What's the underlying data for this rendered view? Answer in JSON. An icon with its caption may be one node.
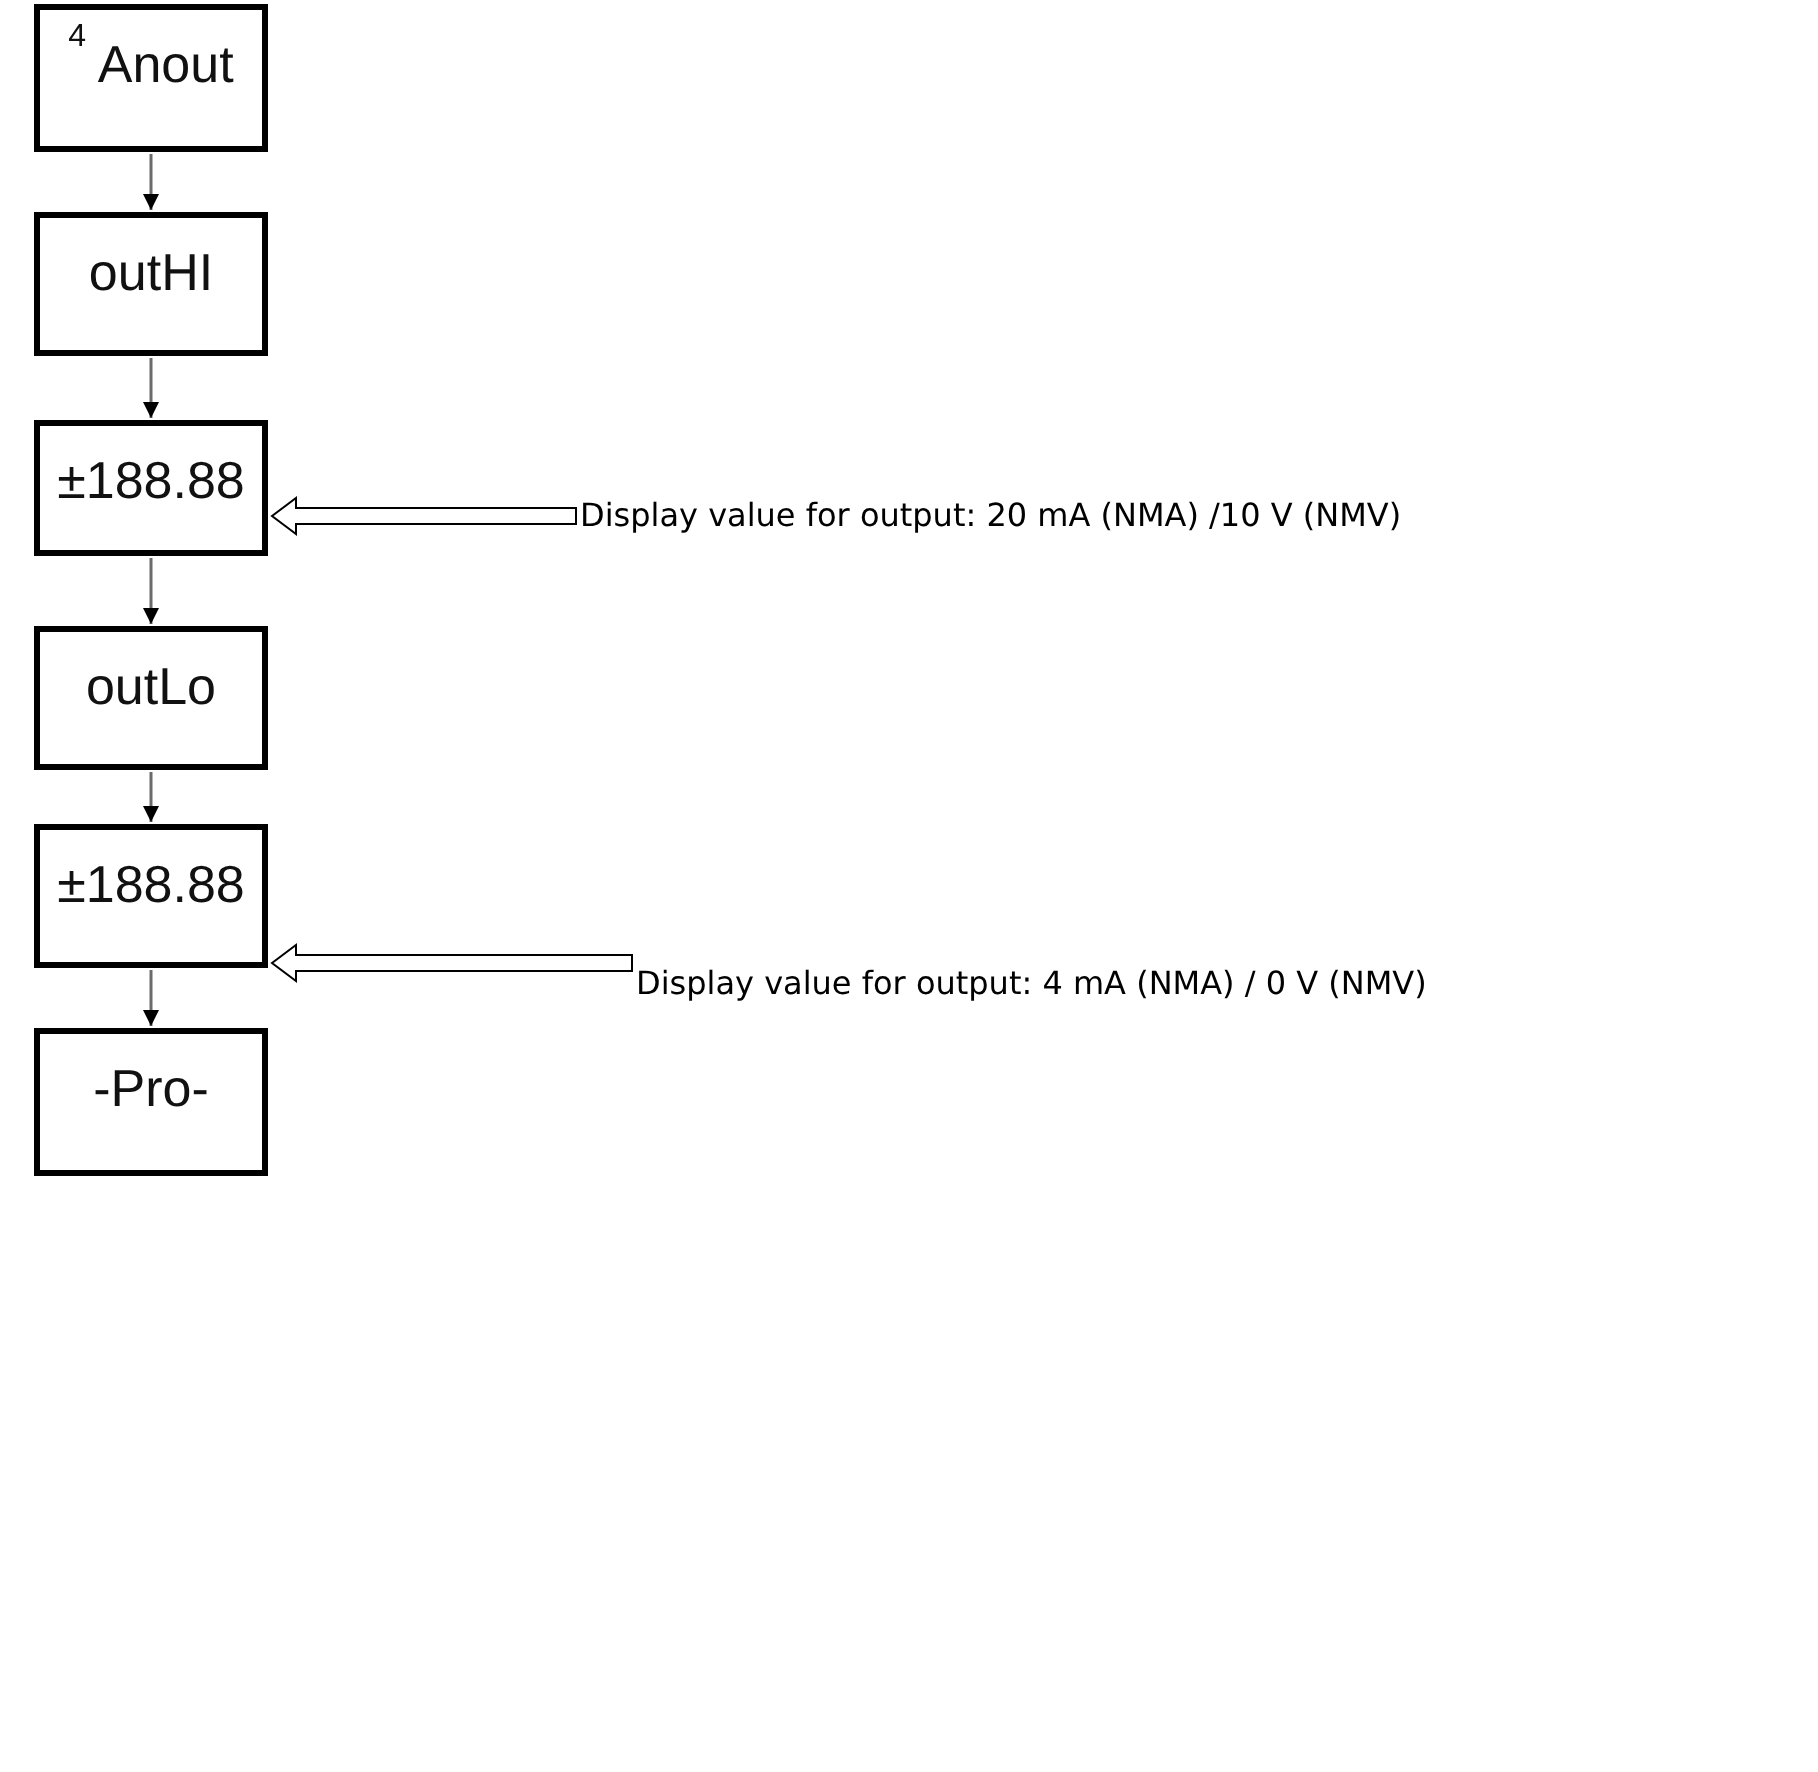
{
  "diagram": {
    "nodes": [
      {
        "text": [
          "$^{4}$ Anout"
        ]
      },
      {
        "text": [
          "outHI"
        ]
      },
      {
        "text": [
          "±188.88"
        ]
      },
      {
        "text": [
          "outLo"
        ]
      },
      {
        "text": [
          "±188.88"
        ]
      },
      {
        "text": [
          "-Pro-"
        ]
      },
      {
        "text": [
          "Display value for output: 20 mA (NMA) /10 V (NMV)"
        ]
      },
      {
        "text": [
          "Display value for output: 4 mA (NMA) / 0 V (NMV)"
        ]
      }
    ],
    "edges": [
      {
        "from": 0,
        "to": 1,
        "arrow": "to"
      },
      {
        "from": 1,
        "to": 2,
        "arrow": "to"
      },
      {
        "from": 2,
        "to": 3,
        "arrow": "to"
      },
      {
        "from": 3,
        "to": 4,
        "arrow": "to"
      },
      {
        "from": 4,
        "to": 5,
        "arrow": "to"
      },
      {
        "from": 6,
        "to": 2,
        "arrow": "to"
      },
      {
        "from": 7,
        "to": 4,
        "arrow": "to"
      }
    ]
  }
}
